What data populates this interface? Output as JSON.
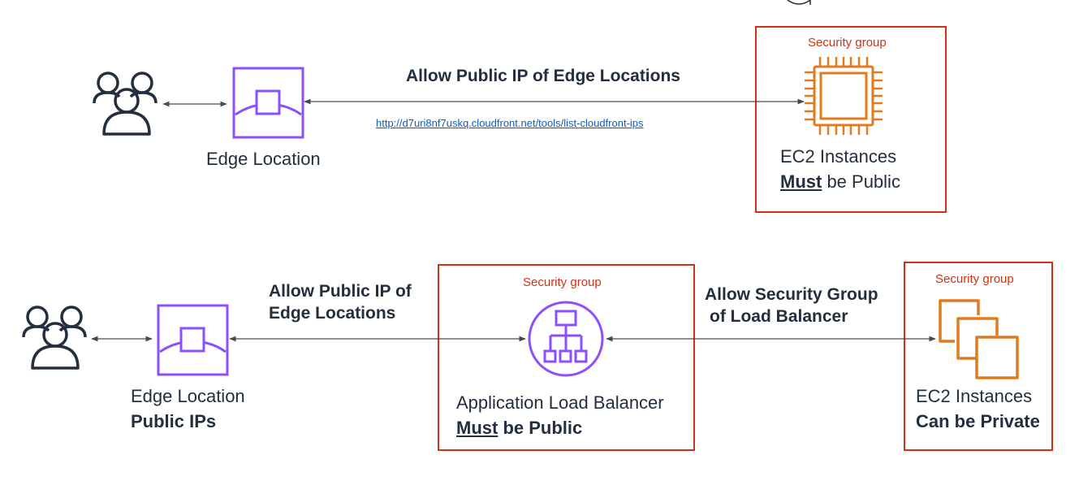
{
  "colors": {
    "dark": "#232f3e",
    "purple": "#8c4fff",
    "orange": "#e07c1f",
    "security_red": "#d13212",
    "link_blue": "#0b5cc7"
  },
  "icons": {
    "users": "users-icon",
    "edge_location": "edge-location-icon",
    "ec2_instance": "ec2-instance-chip-icon",
    "alb": "application-load-balancer-icon",
    "ec2_instances": "ec2-instances-stack-icon"
  },
  "top": {
    "edge_caption": "Edge Location",
    "rule_title": "Allow Public IP of Edge Locations",
    "rule_url": "http://d7uri8nf7uskq.cloudfront.net/tools/list-cloudfront-ips",
    "security_group_label": "Security group",
    "ec2_caption_line1": "EC2 Instances",
    "ec2_caption_bold": "Must",
    "ec2_caption_rest": " be Public"
  },
  "bottom": {
    "edge_caption_line1": "Edge Location",
    "edge_caption_line2": "Public IPs",
    "rule1_line1": "Allow Public IP of",
    "rule1_line2": "Edge Locations",
    "alb_security_group_label": "Security group",
    "alb_caption_line1": "Application Load Balancer",
    "alb_caption_bold": "Must",
    "alb_caption_rest": " be Public",
    "rule2_line1": "Allow Security Group",
    "rule2_line2": "of Load Balancer",
    "ec2_security_group_label": "Security group",
    "ec2_caption_line1": "EC2 Instances",
    "ec2_caption_line2": "Can be Private"
  }
}
